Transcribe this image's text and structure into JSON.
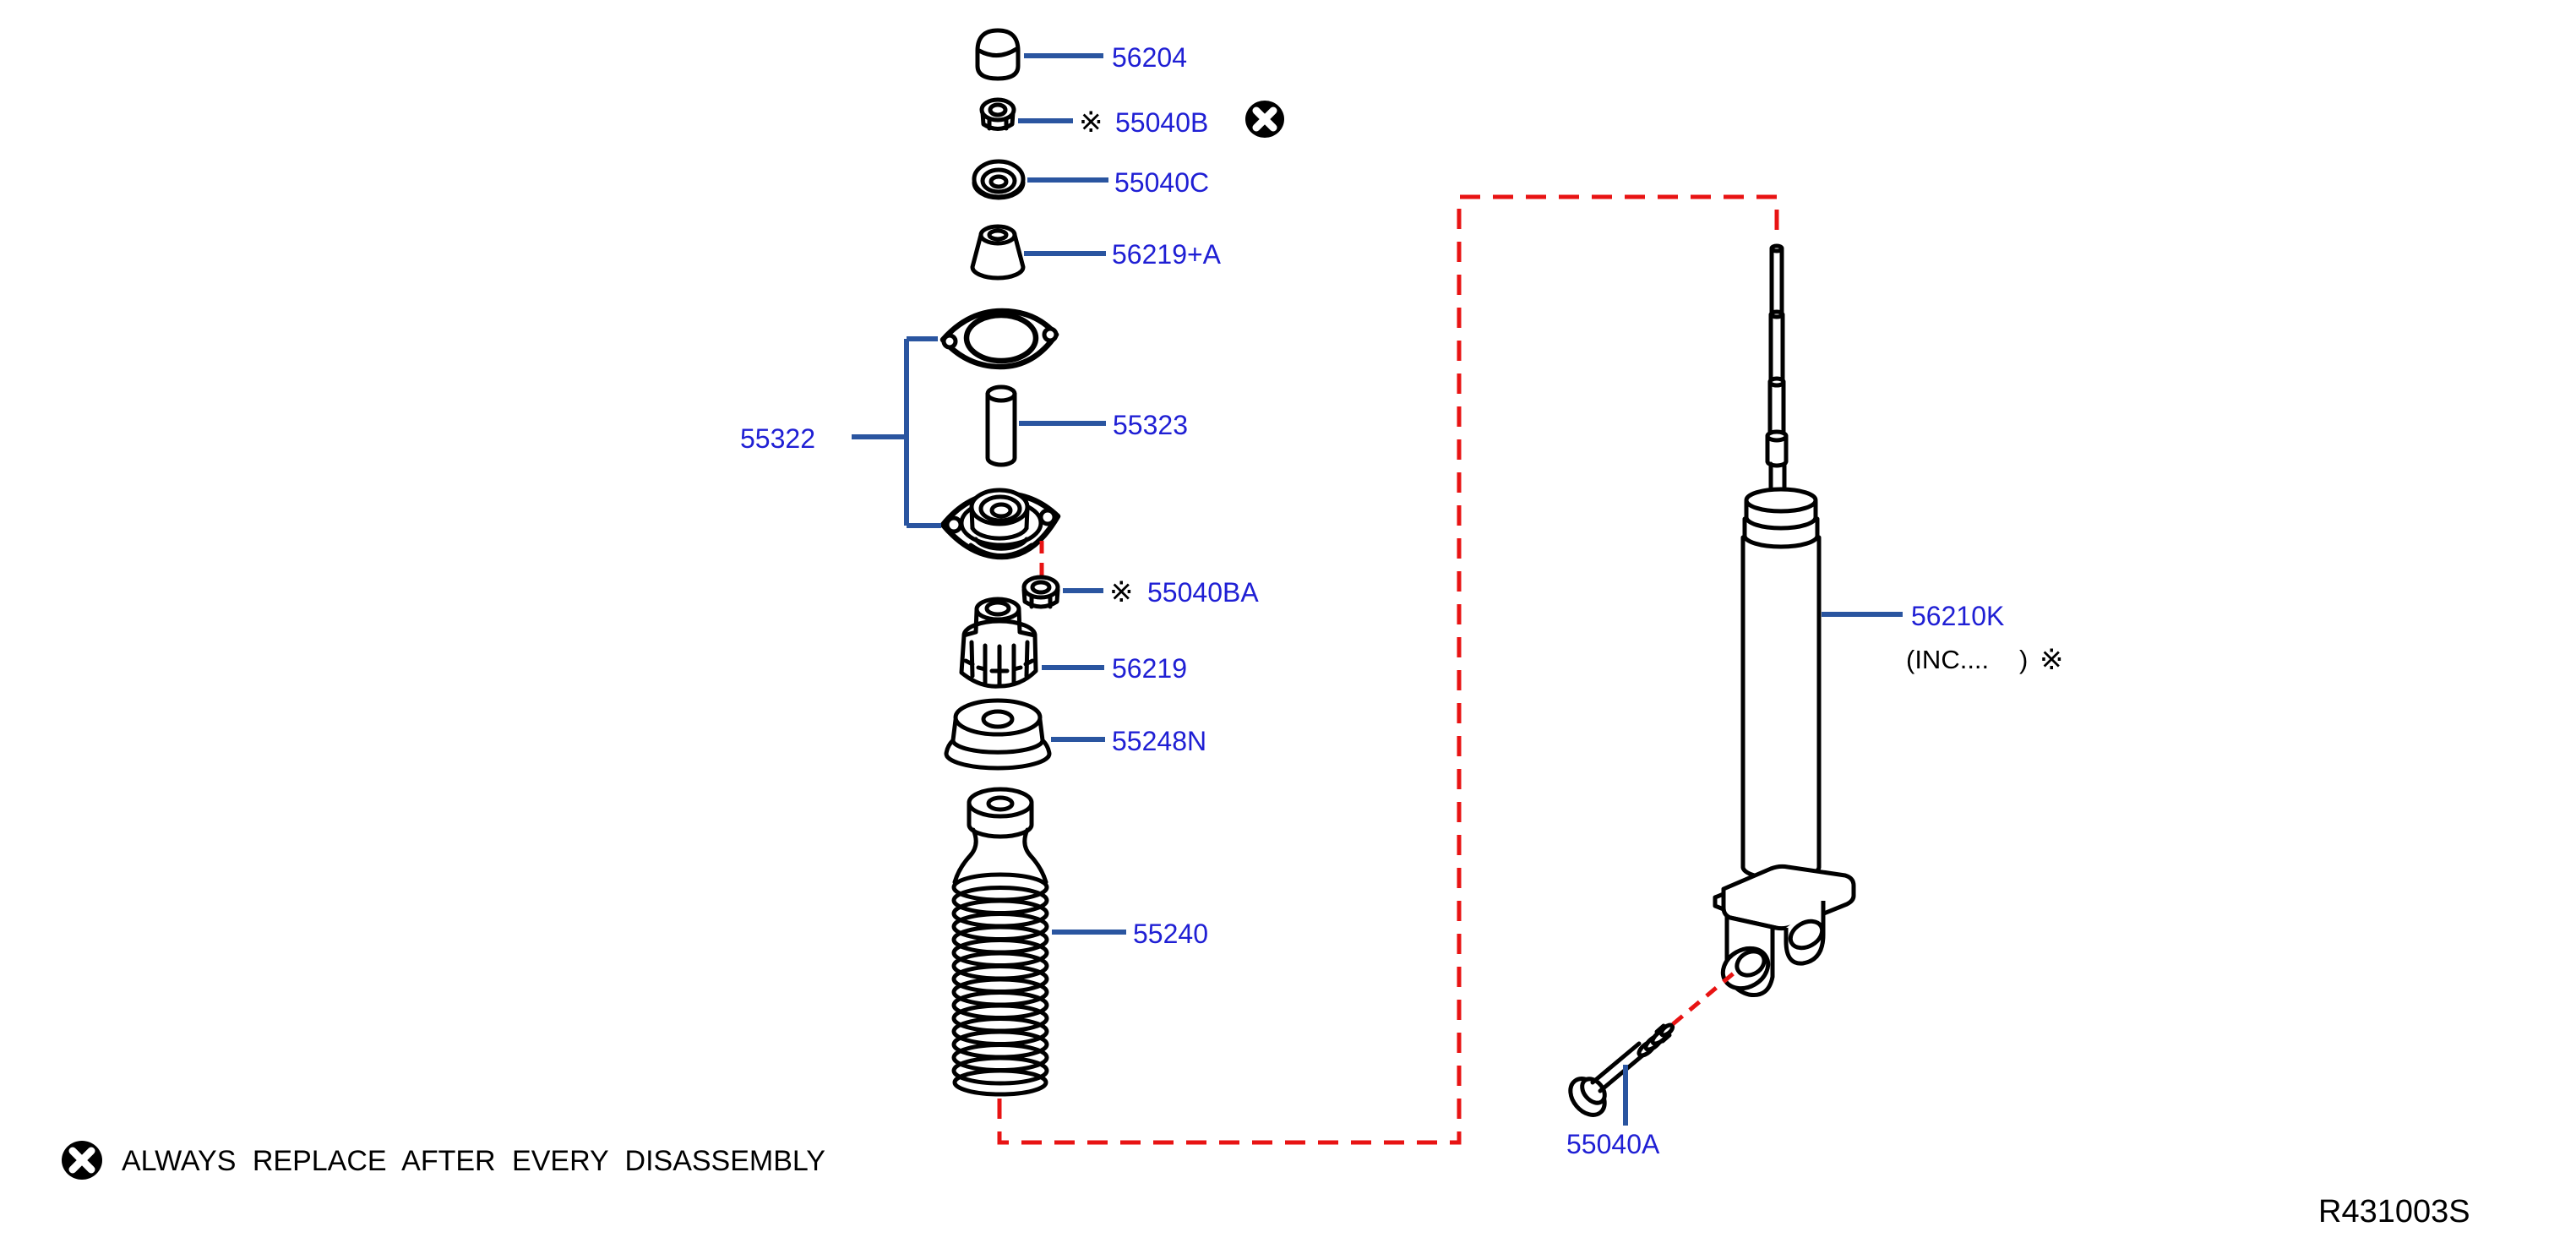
{
  "doc": {
    "ref_code": "R431003S",
    "legend": {
      "symbol": "circle-x-icon",
      "text": "ALWAYS REPLACE AFTER EVERY DISASSEMBLY"
    },
    "colors": {
      "label_blue": "#1f1fd4",
      "leader_blue": "#2a55a0",
      "dash_red": "#e81313",
      "line_black": "#000000"
    },
    "parts": [
      {
        "id": "56204"
      },
      {
        "id": "55040B",
        "mark": "※",
        "replace_symbol": "circle-x-icon"
      },
      {
        "id": "55040C"
      },
      {
        "id": "56219+A"
      },
      {
        "id": "55322"
      },
      {
        "id": "55323"
      },
      {
        "id": "55040BA",
        "mark": "※"
      },
      {
        "id": "56219"
      },
      {
        "id": "55248N"
      },
      {
        "id": "55240"
      },
      {
        "id": "56210K",
        "note_open": "(INC....",
        "note_close": ")",
        "note_mark": "※"
      },
      {
        "id": "55040A"
      }
    ]
  }
}
